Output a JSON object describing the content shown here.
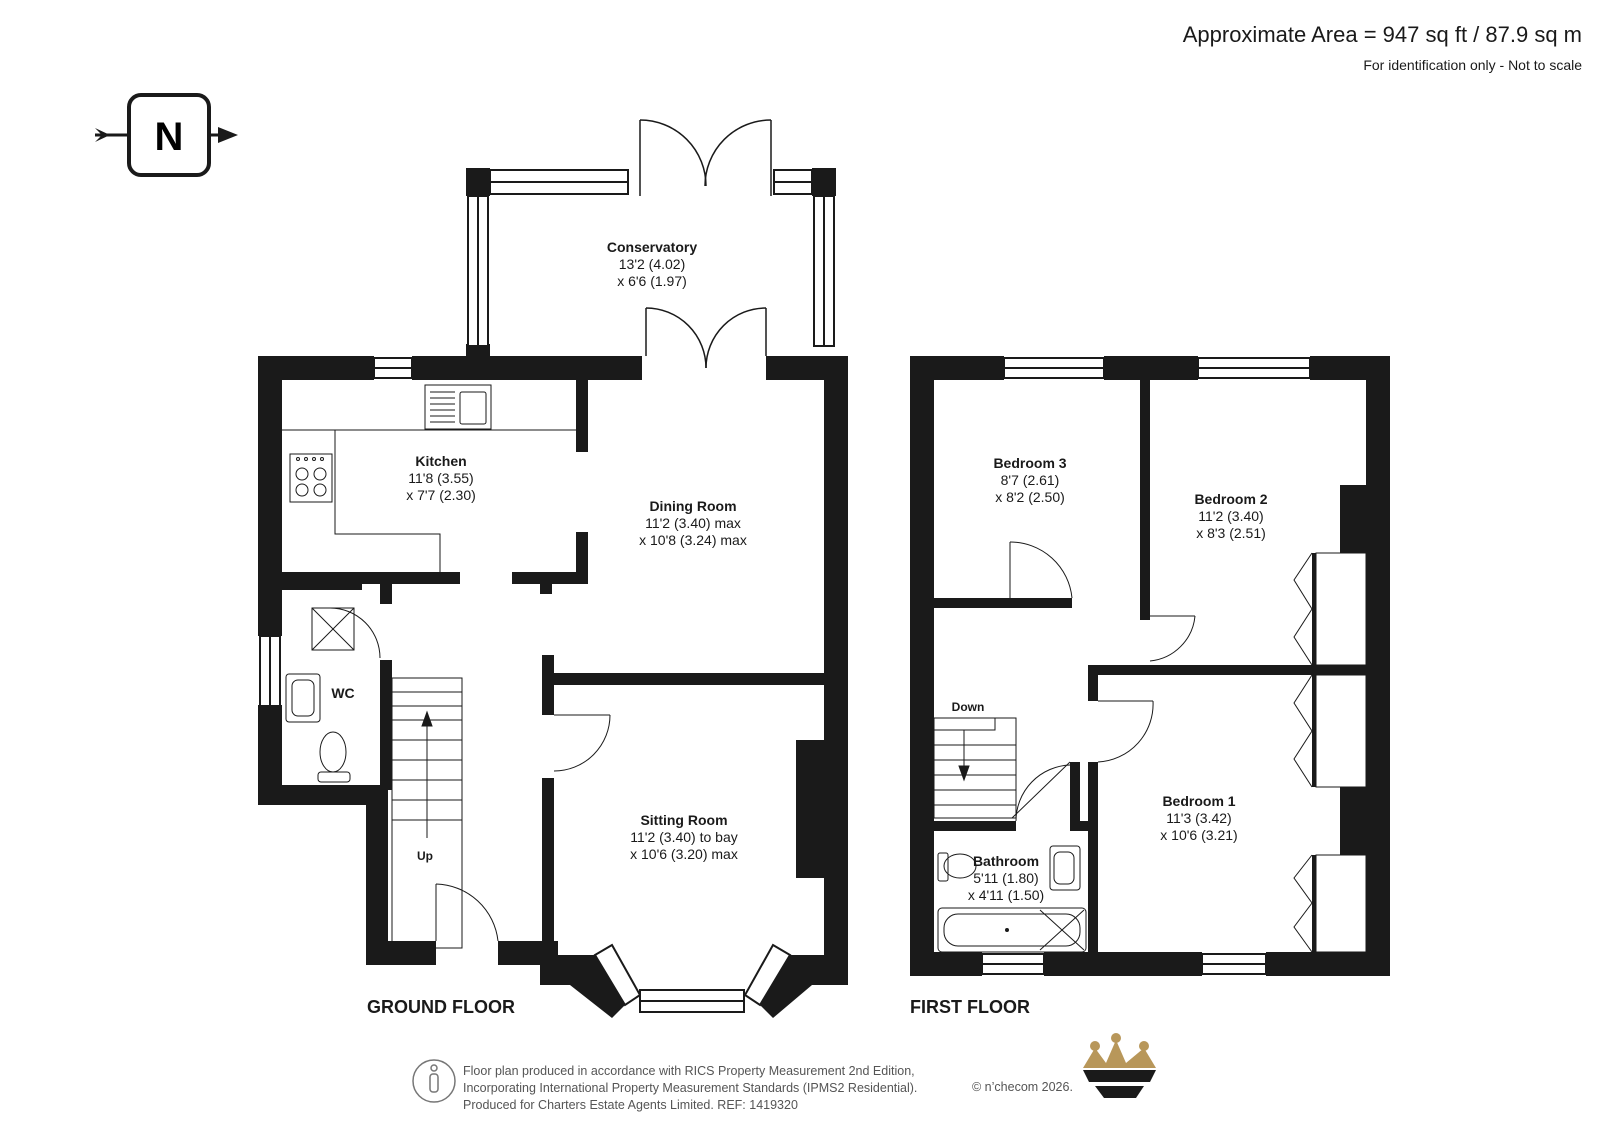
{
  "header": {
    "area": "Approximate Area = 947 sq ft / 87.9 sq m",
    "note": "For identification only - Not to scale"
  },
  "compass": {
    "letter": "N"
  },
  "rooms": {
    "conservatory": {
      "name": "Conservatory",
      "dim1": "13'2 (4.02)",
      "dim2": "x 6'6 (1.97)"
    },
    "kitchen": {
      "name": "Kitchen",
      "dim1": "11'8 (3.55)",
      "dim2": "x 7'7 (2.30)"
    },
    "dining": {
      "name": "Dining Room",
      "dim1": "11'2 (3.40) max",
      "dim2": "x 10'8 (3.24) max"
    },
    "wc": {
      "name": "WC"
    },
    "sitting": {
      "name": "Sitting Room",
      "dim1": "11'2 (3.40) to bay",
      "dim2": "x 10'6 (3.20) max"
    },
    "bedroom3": {
      "name": "Bedroom 3",
      "dim1": "8'7 (2.61)",
      "dim2": "x 8'2 (2.50)"
    },
    "bedroom2": {
      "name": "Bedroom 2",
      "dim1": "11'2 (3.40)",
      "dim2": "x 8'3 (2.51)"
    },
    "bedroom1": {
      "name": "Bedroom 1",
      "dim1": "11'3 (3.42)",
      "dim2": "x 10'6 (3.21)"
    },
    "bathroom": {
      "name": "Bathroom",
      "dim1": "5'11 (1.80)",
      "dim2": "x 4'11 (1.50)"
    }
  },
  "stairs": {
    "up": "Up",
    "down": "Down"
  },
  "floors": {
    "ground": "GROUND FLOOR",
    "first": "FIRST FLOOR"
  },
  "footer": {
    "line1": "Floor plan produced in accordance with RICS Property Measurement 2nd Edition,",
    "line2": "Incorporating International Property Measurement Standards (IPMS2 Residential).",
    "line3": "Produced for Charters Estate Agents Limited.   REF: 1419320",
    "copyright": "© n’checom 2026."
  },
  "colors": {
    "wall": "#1a1a1a",
    "crown_gold": "#b8975a"
  }
}
